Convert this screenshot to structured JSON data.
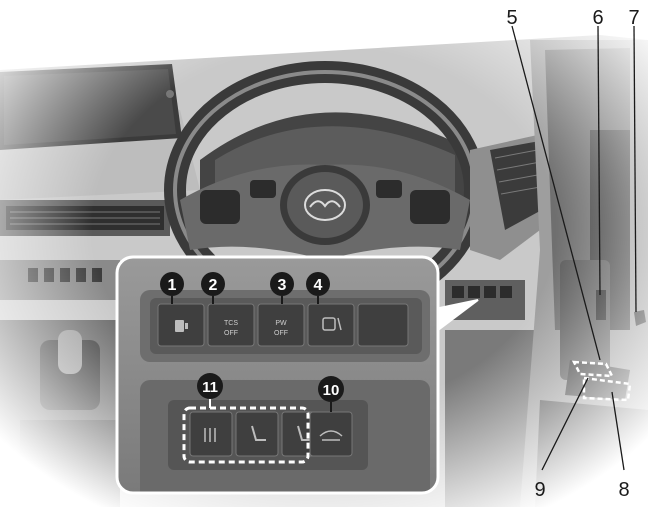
{
  "callouts": {
    "c1": "1",
    "c2": "2",
    "c3": "3",
    "c4": "4",
    "c5": "5",
    "c6": "6",
    "c7": "7",
    "c8": "8",
    "c9": "9",
    "c10": "10",
    "c11": "11"
  },
  "switch_text": {
    "tcs_line1": "TCS",
    "tcs_line2": "OFF",
    "pw_line1": "PW",
    "pw_line2": "OFF"
  },
  "colors": {
    "background": "#ffffff",
    "dash_dark": "#2b2b2b",
    "dash_mid": "#6e6e6e",
    "dash_light": "#b9b9b9",
    "panel": "#8c8c8c",
    "callout_fill": "#1a1a1a",
    "callout_text": "#ffffff",
    "dashed_outline": "#ffffff"
  },
  "icons": [
    "fuel-lid-icon",
    "lane-keep-icon",
    "seat-heater-icon",
    "steering-heater-icon",
    "tailgate-icon",
    "mazda-logo-icon"
  ]
}
